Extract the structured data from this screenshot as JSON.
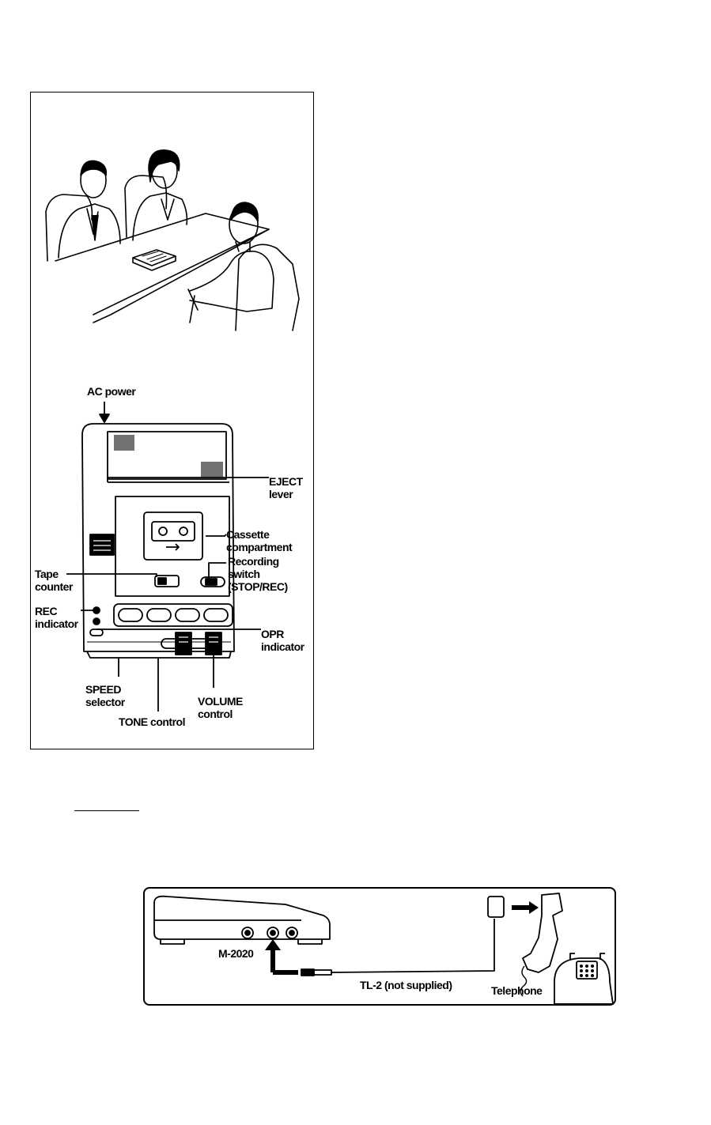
{
  "device_labels": {
    "ac_power": "AC power",
    "eject_lever": "EJECT\nlever",
    "cassette_compartment": "Cassette\ncompartment",
    "recording_switch": "Recording\nswitch\n(STOP/REC)",
    "tape_counter": "Tape\ncounter",
    "rec_indicator": "REC\nindicator",
    "opr_indicator": "OPR\nindicator",
    "speed_selector": "SPEED\nselector",
    "tone_control": "TONE control",
    "volume_control": "VOLUME\ncontrol"
  },
  "connection_labels": {
    "device_model": "M-2020",
    "cable": "TL-2 (not supplied)",
    "telephone": "Telephone"
  }
}
